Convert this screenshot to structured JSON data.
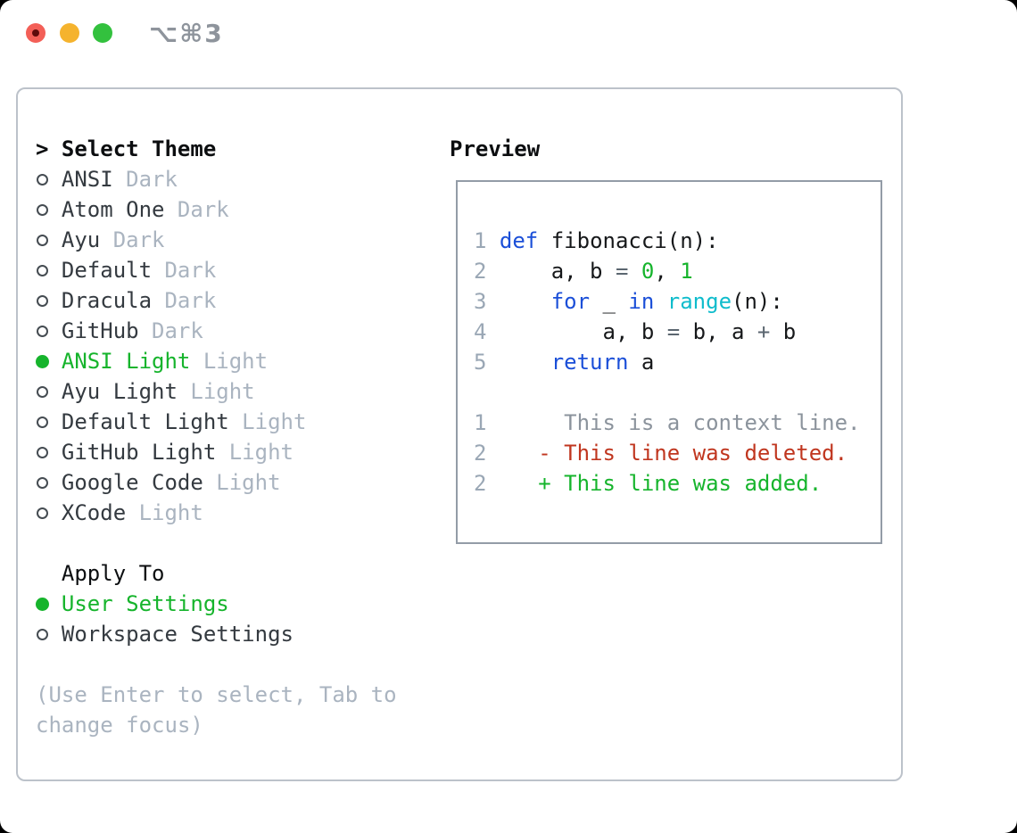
{
  "titlebar": {
    "shortcut": "⌥⌘3"
  },
  "theme_panel": {
    "title_marker": ">",
    "title": "Select Theme",
    "themes": [
      {
        "name": "ANSI",
        "variant": "Dark",
        "selected": false
      },
      {
        "name": "Atom One",
        "variant": "Dark",
        "selected": false
      },
      {
        "name": "Ayu",
        "variant": "Dark",
        "selected": false
      },
      {
        "name": "Default",
        "variant": "Dark",
        "selected": false
      },
      {
        "name": "Dracula",
        "variant": "Dark",
        "selected": false
      },
      {
        "name": "GitHub",
        "variant": "Dark",
        "selected": false
      },
      {
        "name": "ANSI Light",
        "variant": "Light",
        "selected": true
      },
      {
        "name": "Ayu Light",
        "variant": "Light",
        "selected": false
      },
      {
        "name": "Default Light",
        "variant": "Light",
        "selected": false
      },
      {
        "name": "GitHub Light",
        "variant": "Light",
        "selected": false
      },
      {
        "name": "Google Code",
        "variant": "Light",
        "selected": false
      },
      {
        "name": "XCode",
        "variant": "Light",
        "selected": false
      }
    ],
    "apply_to": {
      "title": "Apply To",
      "options": [
        {
          "label": "User Settings",
          "selected": true
        },
        {
          "label": "Workspace Settings",
          "selected": false
        }
      ]
    },
    "hint_lines": [
      "(Use Enter to select, Tab to",
      "change focus)"
    ]
  },
  "preview": {
    "title": "Preview",
    "lines": [
      {
        "num": "1",
        "segments": [
          {
            "c": "keyword",
            "t": "def"
          },
          {
            "c": "plain",
            "t": " fibonacci(n):"
          }
        ]
      },
      {
        "num": "2",
        "segments": [
          {
            "c": "plain",
            "t": "    a, b "
          },
          {
            "c": "operator",
            "t": "="
          },
          {
            "c": "plain",
            "t": " "
          },
          {
            "c": "number",
            "t": "0"
          },
          {
            "c": "plain",
            "t": ", "
          },
          {
            "c": "number",
            "t": "1"
          }
        ]
      },
      {
        "num": "3",
        "segments": [
          {
            "c": "plain",
            "t": "    "
          },
          {
            "c": "keyword",
            "t": "for"
          },
          {
            "c": "plain",
            "t": " _ "
          },
          {
            "c": "keyword",
            "t": "in"
          },
          {
            "c": "plain",
            "t": " "
          },
          {
            "c": "builtin",
            "t": "range"
          },
          {
            "c": "plain",
            "t": "(n):"
          }
        ]
      },
      {
        "num": "4",
        "segments": [
          {
            "c": "plain",
            "t": "        a, b "
          },
          {
            "c": "operator",
            "t": "="
          },
          {
            "c": "plain",
            "t": " b, a "
          },
          {
            "c": "operator",
            "t": "+"
          },
          {
            "c": "plain",
            "t": " b"
          }
        ]
      },
      {
        "num": "5",
        "segments": [
          {
            "c": "plain",
            "t": "    "
          },
          {
            "c": "keyword",
            "t": "return"
          },
          {
            "c": "plain",
            "t": " a"
          }
        ]
      },
      {
        "num": "",
        "segments": []
      },
      {
        "num": "1",
        "segments": [
          {
            "c": "context",
            "t": "     This is a context line."
          }
        ]
      },
      {
        "num": "2",
        "segments": [
          {
            "c": "deleted",
            "t": "   - This line was deleted."
          }
        ]
      },
      {
        "num": "2",
        "segments": [
          {
            "c": "added",
            "t": "   + This line was added."
          }
        ]
      }
    ]
  },
  "colors": {
    "accent_green": "#16b42c",
    "keyword_blue": "#1b4fd8",
    "builtin_cyan": "#0fbccc",
    "number_green": "#16b42c",
    "operator_gray": "#5b6670",
    "plain_text": "#16181a",
    "context_gray": "#8b939c",
    "deleted_red": "#c0361f",
    "added_green": "#16b42c",
    "item_text": "#343a40",
    "header_text": "#0c0e10",
    "tag_gray": "#aab4c0",
    "line_number": "#9aa7b5",
    "traffic_red": "#f35f57",
    "traffic_yellow": "#f5b32e",
    "traffic_green": "#33c13e"
  }
}
